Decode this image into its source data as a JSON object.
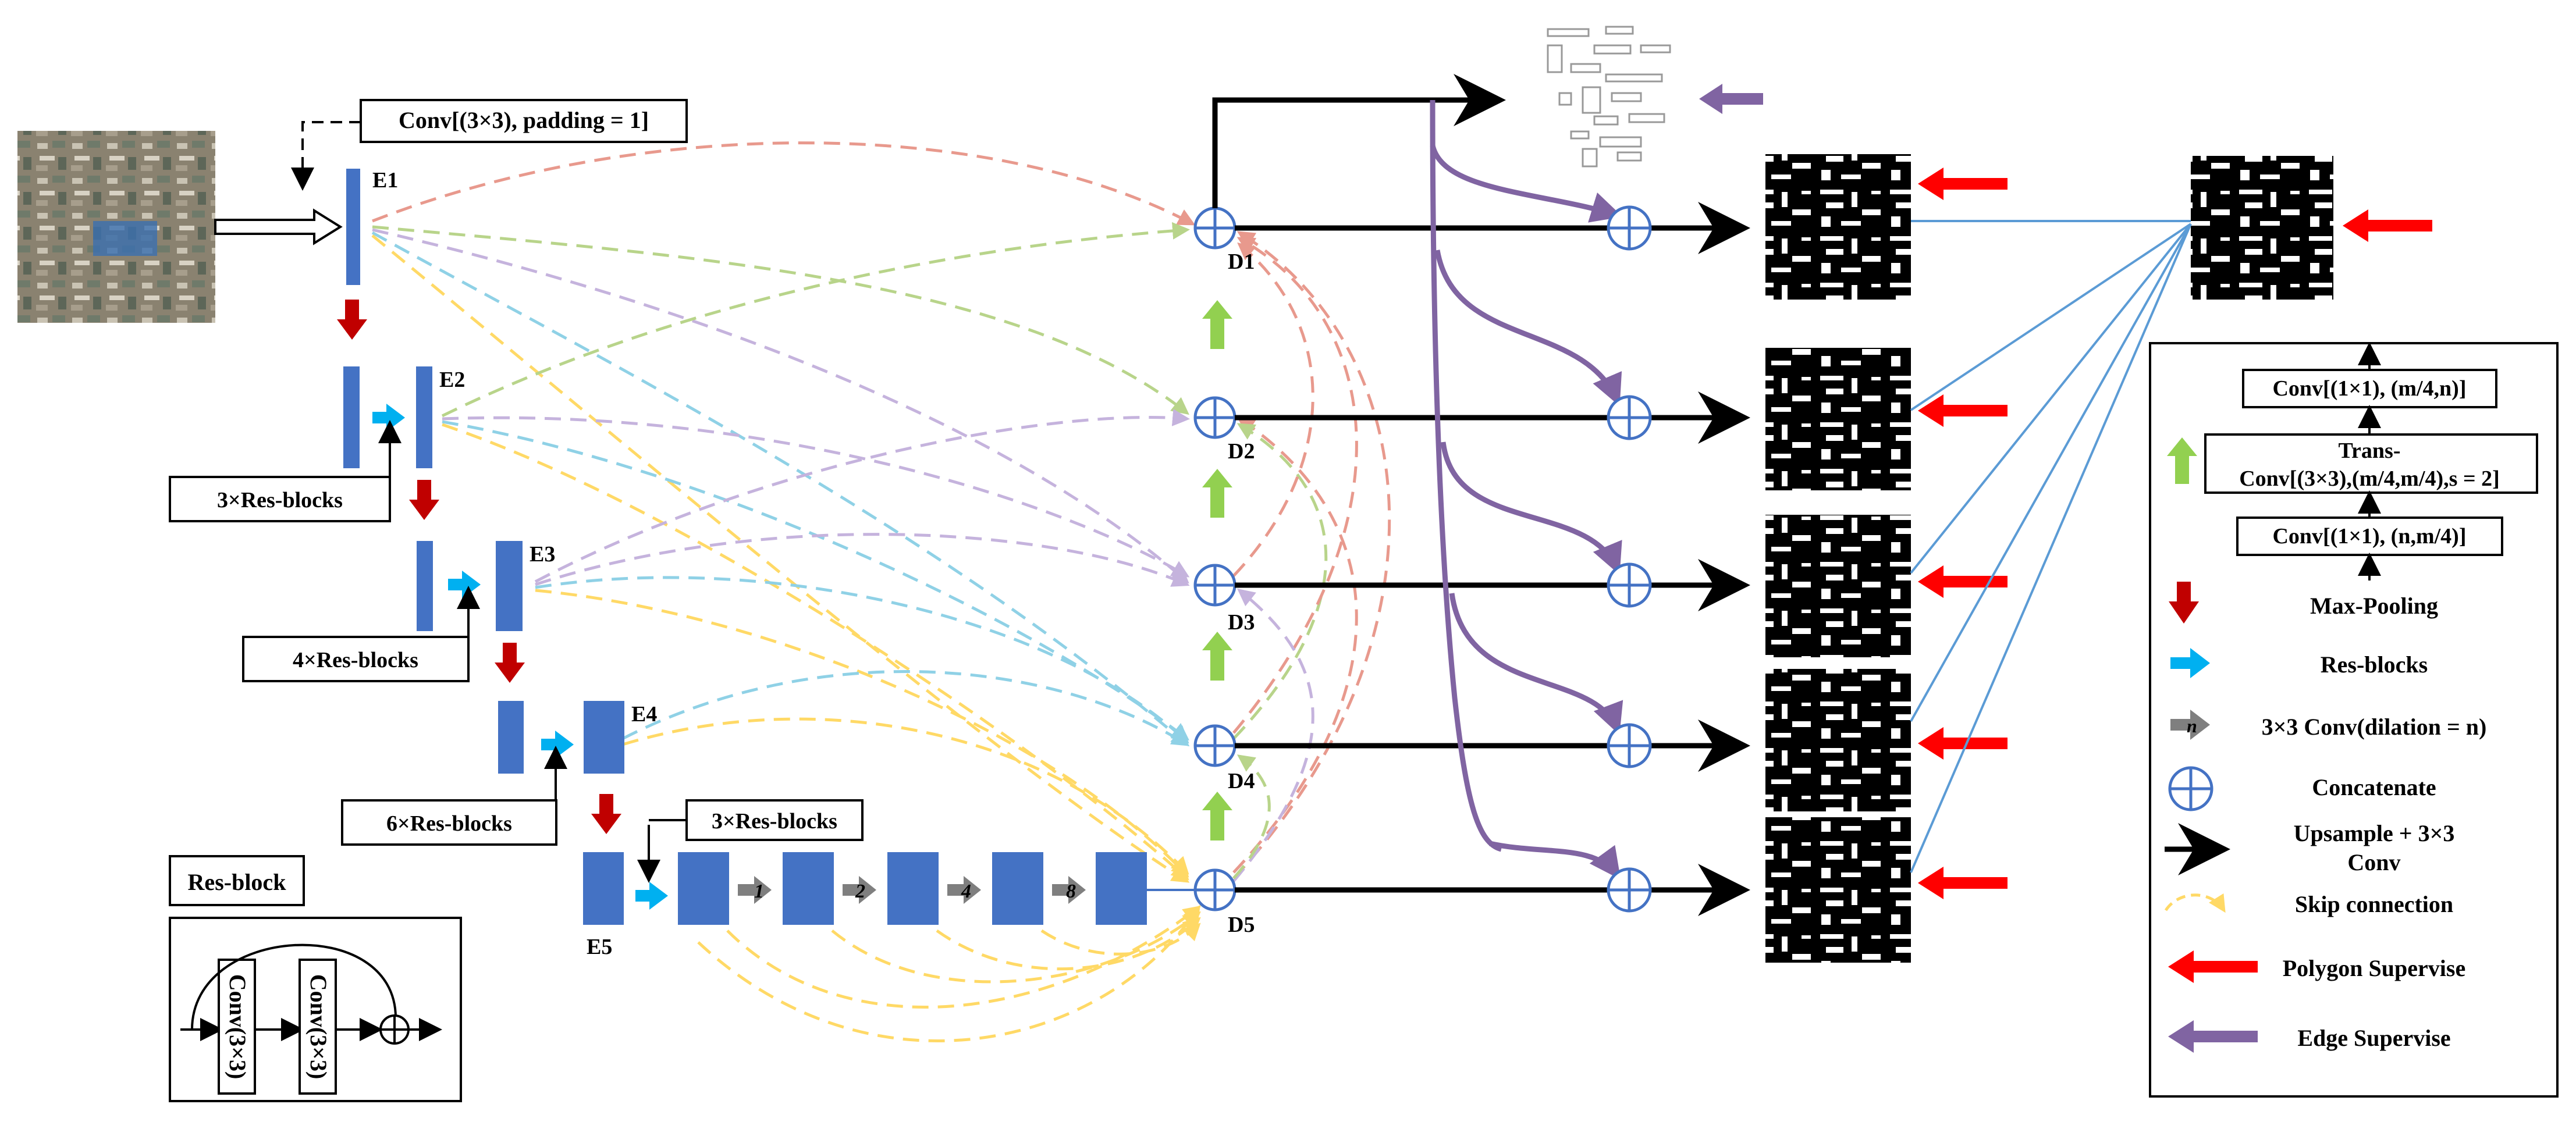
{
  "labels": {
    "conv_first": "Conv[(3×3), padding = 1]",
    "e1": "E1",
    "e2": "E2",
    "e3": "E3",
    "e4": "E4",
    "e5": "E5",
    "d1": "D1",
    "d2": "D2",
    "d3": "D3",
    "d4": "D4",
    "d5": "D5",
    "res3_a": "3×Res-blocks",
    "res4": "4×Res-blocks",
    "res6": "6×Res-blocks",
    "res3_b": "3×Res-blocks",
    "resblock_title": "Res-block",
    "resblock_conv1": "Conv(3×3)",
    "resblock_conv2": "Conv(3×3)",
    "dil1": "1",
    "dil2": "2",
    "dil4": "4",
    "dil8": "8"
  },
  "legend": {
    "top_conv": "Conv[(1×1), (m/4,n)]",
    "trans_line1": "Trans-",
    "trans_line2": "Conv[(3×3),(m/4,m/4),s = 2]",
    "bottom_conv": "Conv[(1×1), (n,m/4)]",
    "items": [
      {
        "label": "Max-Pooling",
        "icon": "max-pooling-arrow-icon"
      },
      {
        "label": "Res-blocks",
        "icon": "res-blocks-arrow-icon"
      },
      {
        "label": "3×3 Conv(dilation = n)",
        "icon": "dilated-conv-arrow-icon",
        "glyph": "n"
      },
      {
        "label": "Concatenate",
        "icon": "concatenate-icon"
      },
      {
        "label_line1": "Upsample + 3×3",
        "label_line2": "Conv",
        "icon": "upsample-arrow-icon"
      },
      {
        "label": "Skip connection",
        "icon": "skip-connection-icon"
      },
      {
        "label": "Polygon Supervise",
        "icon": "polygon-supervise-arrow-icon"
      },
      {
        "label": "Edge Supervise",
        "icon": "edge-supervise-arrow-icon"
      }
    ]
  },
  "colors": {
    "block_blue": "#4472c4",
    "max_pool_red": "#c00000",
    "res_cyan": "#00b0f0",
    "upsample_green": "#92d050",
    "supervise_red": "#ff0000",
    "edge_purple": "#8064a2",
    "dilation_gray": "#7f7f7f",
    "concat_blue": "#4472c4",
    "fusion_line_blue": "#5b9bd5",
    "skip_red": "#e8998d",
    "skip_green": "#b8d48a",
    "skip_purple": "#c5b3dd",
    "skip_cyan": "#8fd1e6",
    "skip_yellow": "#ffd966"
  }
}
